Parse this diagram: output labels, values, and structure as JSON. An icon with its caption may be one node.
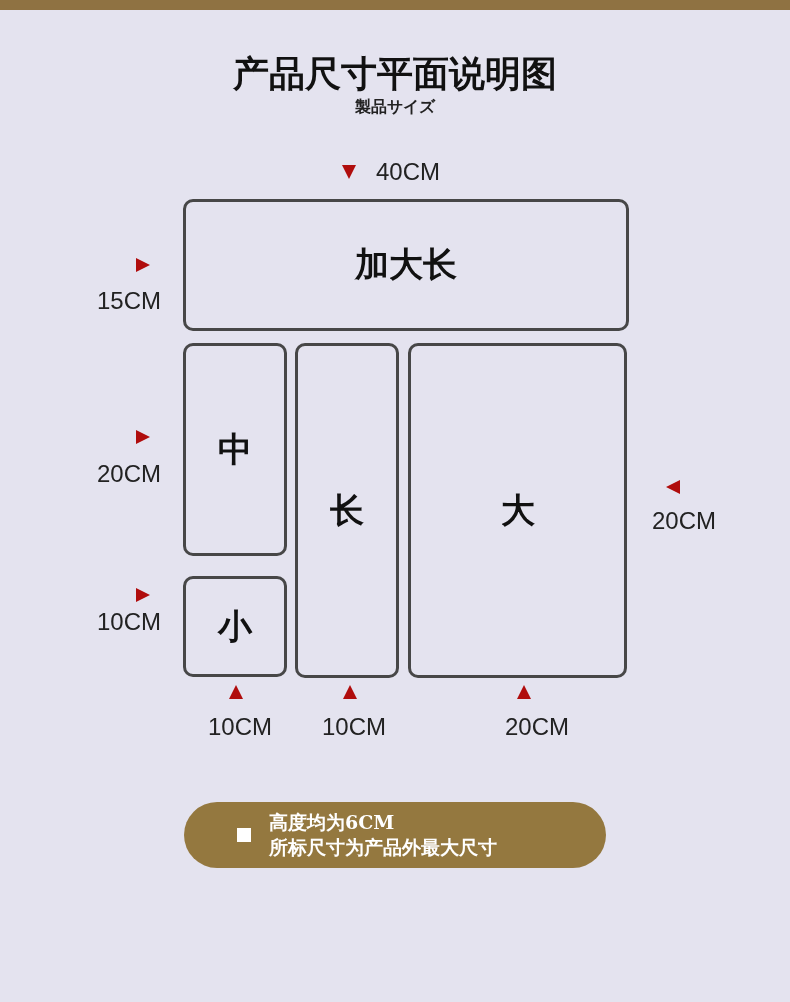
{
  "diagram": {
    "title": "产品尺寸平面说明图",
    "nodes": [
      {
        "text": [
          "加大长"
        ]
      },
      {
        "text": [
          "中"
        ]
      },
      {
        "text": [
          "长"
        ]
      },
      {
        "text": [
          "大"
        ]
      },
      {
        "text": [
          "小"
        ]
      },
      {
        "text": [
          "高度均为6CM",
          "所标尺寸为产品外最大尺寸"
        ]
      }
    ],
    "edges": [],
    "labels": [
      "製品サイズ",
      "40CM",
      "15CM",
      "20CM",
      "20CM",
      "10CM",
      "10CM",
      "10CM",
      "20CM"
    ]
  }
}
